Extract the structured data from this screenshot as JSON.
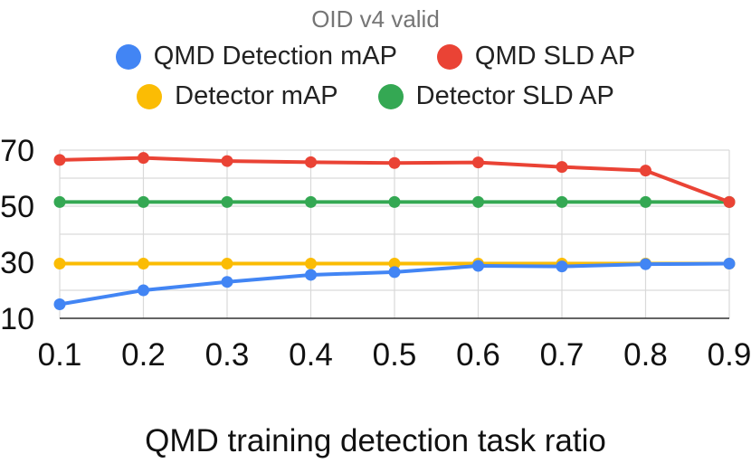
{
  "chart_data": {
    "type": "line",
    "title": "OID v4 valid",
    "xlabel": "QMD training detection task ratio",
    "ylabel": "",
    "x": [
      0.1,
      0.2,
      0.3,
      0.4,
      0.5,
      0.6,
      0.7,
      0.8,
      0.9
    ],
    "x_tick_labels": [
      "0.1",
      "0.2",
      "0.3",
      "0.4",
      "0.5",
      "0.6",
      "0.7",
      "0.8",
      "0.9"
    ],
    "y_tick_labels": [
      "10",
      "30",
      "50",
      "70"
    ],
    "y_ticks": [
      10,
      30,
      50,
      70
    ],
    "ylim": [
      10,
      70
    ],
    "xlim": [
      0.1,
      0.9
    ],
    "grid": true,
    "legend_position": "top",
    "series": [
      {
        "name": "QMD Detection mAP",
        "color": "#4285F4",
        "values": [
          15,
          20,
          23,
          25.5,
          26.5,
          28.7,
          28.5,
          29.3,
          29.5
        ]
      },
      {
        "name": "QMD SLD AP",
        "color": "#EA4335",
        "values": [
          66.5,
          67.2,
          66.1,
          65.7,
          65.4,
          65.6,
          64,
          62.7,
          51.5
        ]
      },
      {
        "name": "Detector mAP",
        "color": "#FBBC04",
        "values": [
          29.5,
          29.5,
          29.5,
          29.5,
          29.5,
          29.5,
          29.5,
          29.5,
          29.5
        ]
      },
      {
        "name": "Detector SLD AP",
        "color": "#34A853",
        "values": [
          51.5,
          51.5,
          51.5,
          51.5,
          51.5,
          51.5,
          51.5,
          51.5,
          51.5
        ]
      }
    ]
  }
}
